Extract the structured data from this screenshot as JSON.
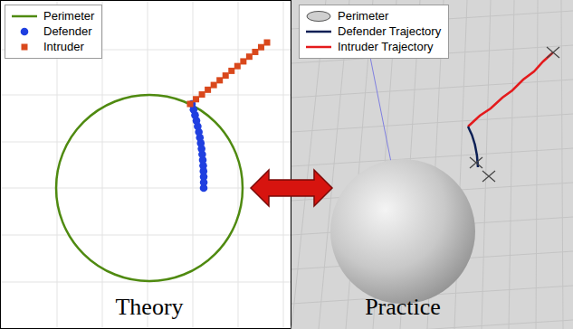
{
  "diagram": {
    "nodes": [
      {
        "text": [
          "Theory"
        ]
      },
      {
        "text": [
          "Practice"
        ]
      }
    ],
    "edges": [
      {
        "from": 0,
        "to": 1,
        "arrow": "both"
      }
    ],
    "legend": [
      {
        "text": "Perimeter"
      },
      {
        "text": "Defender"
      },
      {
        "text": "Intruder"
      },
      {
        "text": "Perimeter"
      },
      {
        "text": "Defender Trajectory"
      },
      {
        "text": "Intruder Trajectory"
      }
    ]
  }
}
